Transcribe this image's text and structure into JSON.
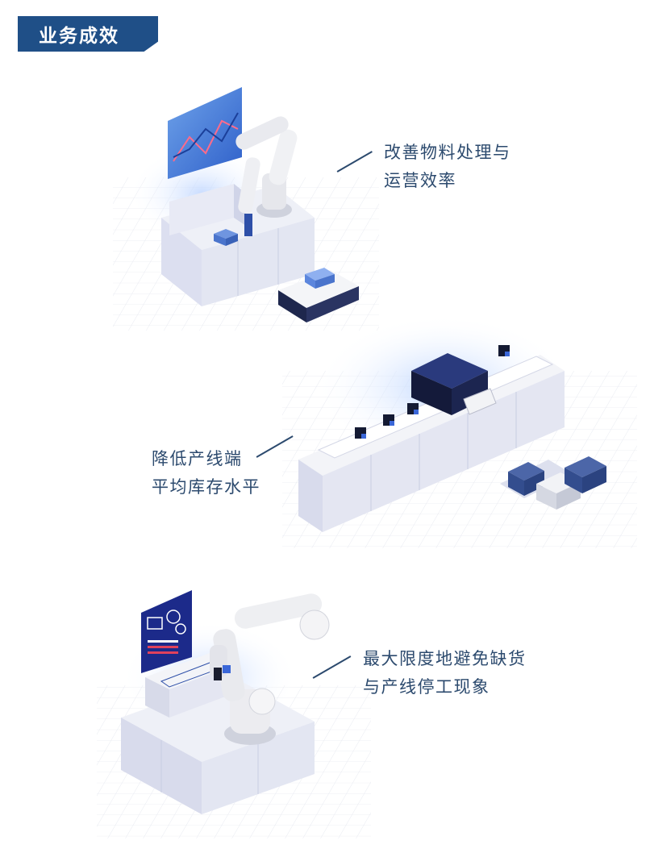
{
  "section_title": "业务成效",
  "items": [
    {
      "line1": "改善物料处理与",
      "line2": "运营效率"
    },
    {
      "line1": "降低产线端",
      "line2": "平均库存水平"
    },
    {
      "line1": "最大限度地避免缺货",
      "line2": "与产线停工现象"
    }
  ],
  "colors": {
    "brand": "#1f4f87",
    "text": "#2c4a6e",
    "platform": "#e4e6f1",
    "accent_blue": "#3b67b8",
    "dark_navy": "#1a2450"
  },
  "icons": [
    "robot-arm-illustration",
    "conveyor-illustration",
    "robot-workstation-illustration"
  ]
}
